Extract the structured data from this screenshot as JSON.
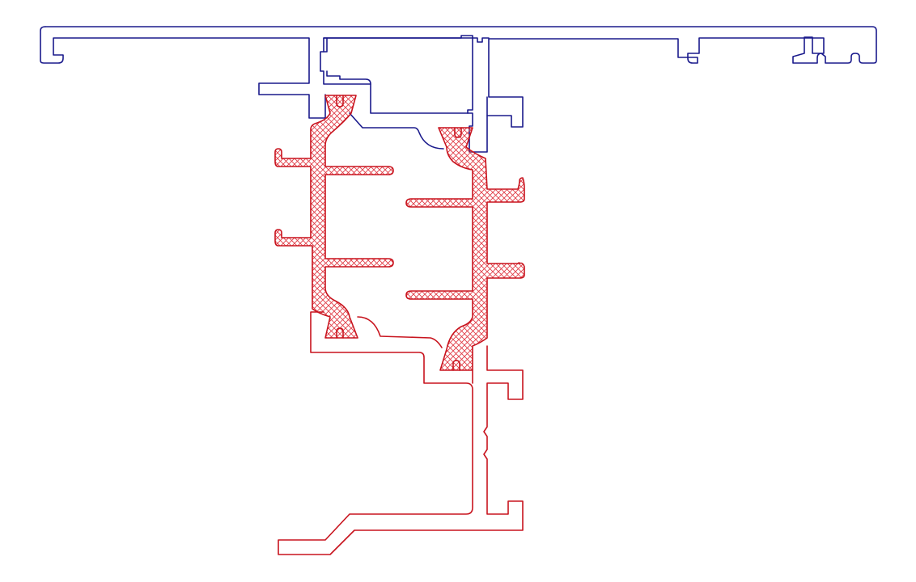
{
  "colors": {
    "background": "#ffffff",
    "upper_profile": "#1a1a8c",
    "lower_profile": "#c8141e",
    "hatch": "#e03c46"
  },
  "parts": [
    {
      "id": "upper-frame-profile",
      "color_key": "upper_profile"
    },
    {
      "id": "thermal-break-insulator",
      "color_key": "lower_profile",
      "hatched": true
    },
    {
      "id": "lower-frame-profile",
      "color_key": "lower_profile"
    }
  ]
}
